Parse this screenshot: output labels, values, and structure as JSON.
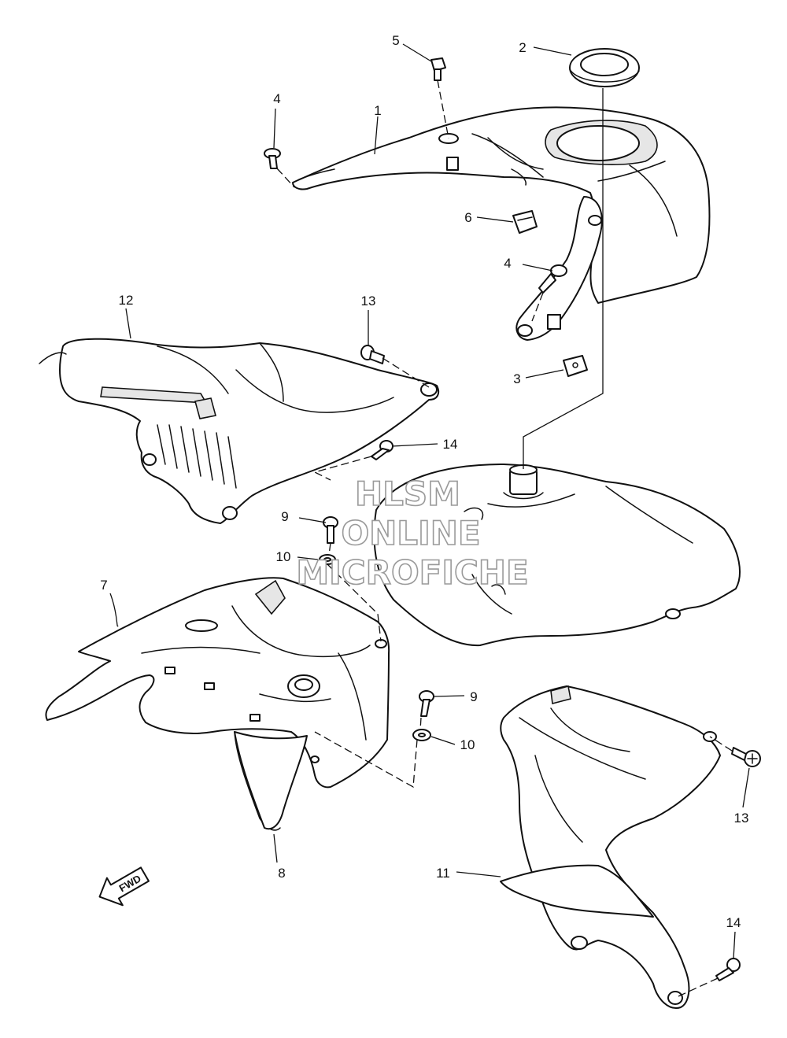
{
  "diagram": {
    "watermark": {
      "line1": "HLSM",
      "line2": "ONLINE",
      "line3": "MICROFICHE"
    },
    "direction_arrow": "FWD",
    "callouts": {
      "c1": "1",
      "c2": "2",
      "c3": "3",
      "c4a": "4",
      "c4b": "4",
      "c5": "5",
      "c6": "6",
      "c7": "7",
      "c8": "8",
      "c9a": "9",
      "c9b": "9",
      "c10a": "10",
      "c10b": "10",
      "c11": "11",
      "c12": "12",
      "c13a": "13",
      "c13b": "13",
      "c14a": "14",
      "c14b": "14"
    }
  }
}
